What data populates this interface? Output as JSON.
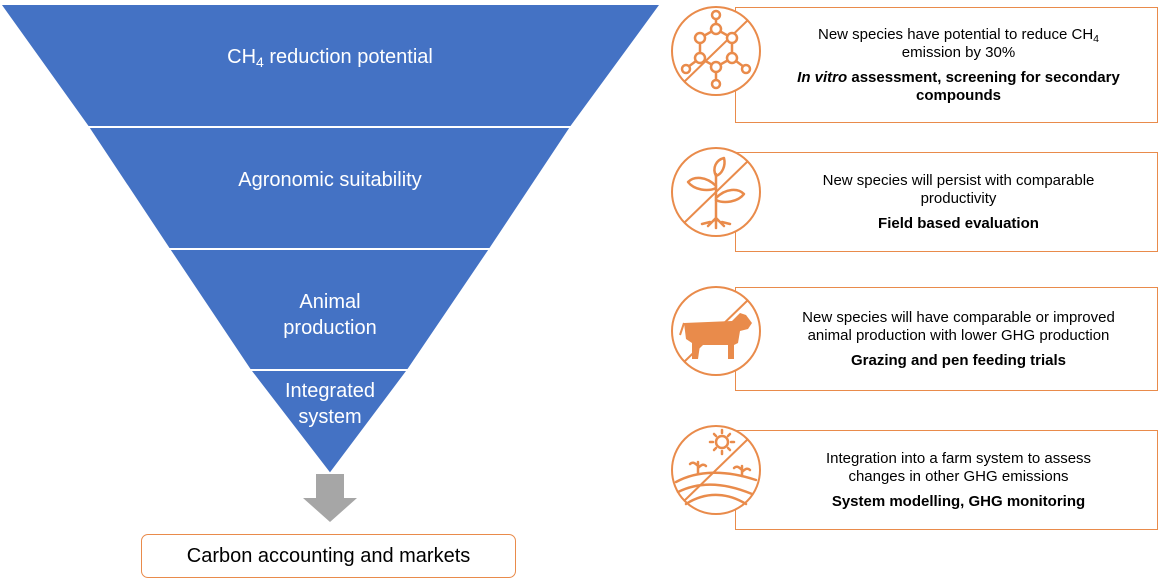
{
  "funnel": {
    "stages": [
      {
        "label": "CH",
        "sub": "4",
        "tail": " reduction potential"
      },
      {
        "label": "Agronomic suitability"
      },
      {
        "line1": "Animal",
        "line2": "production"
      },
      {
        "line1": "Integrated",
        "line2": "system"
      }
    ],
    "fill_color": "#4472c4",
    "arrow_color": "#a6a6a6"
  },
  "outcome": {
    "label": "Carbon accounting and markets"
  },
  "cards": [
    {
      "icon": "molecule-icon",
      "line1_pre": "New species have potential to reduce CH",
      "line1_sub": "4",
      "line2": "emission by 30%",
      "bold_italic": "In vitro",
      "bold_rest": " assessment, screening for secondary compounds"
    },
    {
      "icon": "plant-icon",
      "line1": "New species will persist with comparable productivity",
      "bold": "Field based evaluation"
    },
    {
      "icon": "cow-icon",
      "line1": "New species will have comparable or improved animal production with lower GHG production",
      "bold": "Grazing and pen feeding trials"
    },
    {
      "icon": "farm-landscape-icon",
      "line1": "Integration into a farm system to assess changes in other GHG emissions",
      "bold": "System modelling, GHG monitoring"
    }
  ],
  "accent_color": "#e98b4b"
}
